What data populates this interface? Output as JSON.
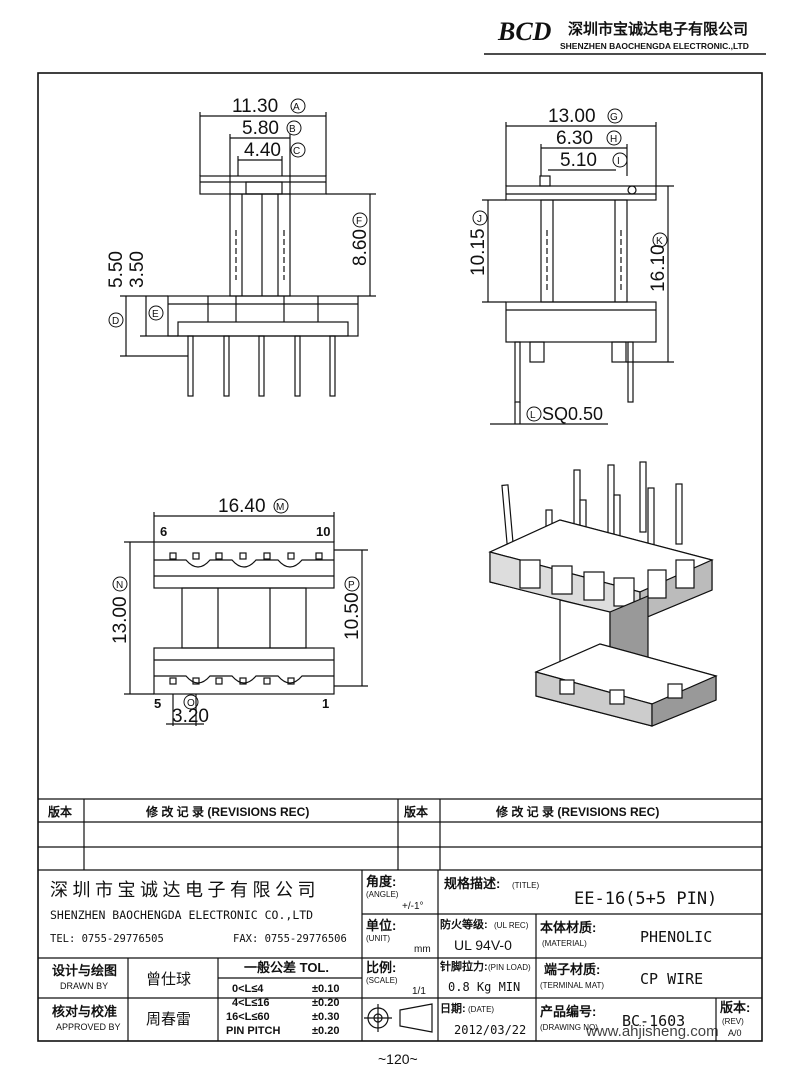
{
  "header": {
    "logo_text": "BCD",
    "company_cn": "深圳市宝诚达电子有限公司",
    "company_en": "SHENZHEN BAOCHENGDA ELECTRONIC.,LTD"
  },
  "dimensions": {
    "a": "11.30",
    "b": "5.80",
    "c": "4.40",
    "d": "5.50",
    "e": "3.50",
    "f": "8.60",
    "g": "13.00",
    "h": "6.30",
    "i": "5.10",
    "j": "10.15",
    "k": "16.10",
    "l": "SQ0.50",
    "m": "16.40",
    "n": "13.00",
    "o": "3.20",
    "p": "10.50"
  },
  "markers": {
    "a": "A",
    "b": "B",
    "c": "C",
    "d": "D",
    "e": "E",
    "f": "F",
    "g": "G",
    "h": "H",
    "i": "I",
    "j": "J",
    "k": "K",
    "l": "L",
    "m": "M",
    "n": "N",
    "o": "O",
    "p": "P"
  },
  "pins": {
    "p6": "6",
    "p10": "10",
    "p5": "5",
    "p1": "1"
  },
  "revisions": {
    "col_ver": "版本",
    "col_rec": "修 改 记 录 (REVISIONS REC)"
  },
  "company": {
    "cn": "深 圳 市 宝 诚 达 电 子 有 限 公 司",
    "en": "SHENZHEN BAOCHENGDA ELECTRONIC CO.,LTD",
    "tel": "TEL: 0755-29776505",
    "fax": "FAX: 0755-29776506"
  },
  "angle": {
    "label": "角度:",
    "sub": "(ANGLE)",
    "value": "+/-1°"
  },
  "unit": {
    "label": "单位:",
    "sub": "(UNIT)",
    "value": "mm"
  },
  "scale": {
    "label": "比例:",
    "sub": "(SCALE)",
    "value": "1/1"
  },
  "title": {
    "label": "规格描述:",
    "sub": "(TITLE)",
    "value": "EE-16(5+5 PIN)"
  },
  "ul": {
    "label": "防火等级:",
    "sub": "(UL REC)",
    "value": "UL 94V-0"
  },
  "material": {
    "label": "本体材质:",
    "sub": "(MATERIAL)",
    "value": "PHENOLIC"
  },
  "pin_load": {
    "label": "针脚拉力:",
    "sub": "(PIN LOAD)",
    "value": "0.8 Kg MIN"
  },
  "terminal": {
    "label": "端子材质:",
    "sub": "(TERMINAL MAT)",
    "value": "CP WIRE"
  },
  "date": {
    "label": "日期:",
    "sub": "(DATE)",
    "value": "2012/03/22"
  },
  "drawing_no": {
    "label": "产品编号:",
    "sub": "(DRAWING NO)",
    "value": "BC-1603"
  },
  "rev": {
    "label": "版本:",
    "sub": "(REV)",
    "value": "A/0"
  },
  "drawn": {
    "label": "设计与绘图",
    "sub": "DRAWN BY",
    "value": "曾仕球"
  },
  "approved": {
    "label": "核对与校准",
    "sub": "APPROVED BY",
    "value": "周春雷"
  },
  "tolerance": {
    "title": "一般公差 TOL.",
    "rows": [
      {
        "range": "0<L≤4",
        "tol": "±0.10"
      },
      {
        "range": "4<L≤16",
        "tol": "±0.20"
      },
      {
        "range": "16<L≤60",
        "tol": "±0.30"
      },
      {
        "range": "PIN PITCH",
        "tol": "±0.20"
      }
    ]
  },
  "watermark": "www.ahjisheng.com",
  "page_number": "~120~"
}
